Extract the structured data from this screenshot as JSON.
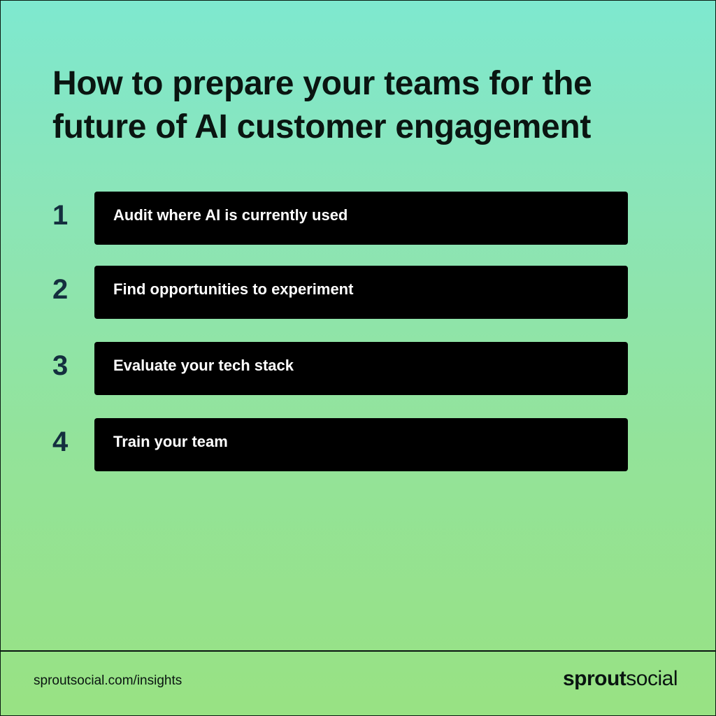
{
  "title": {
    "line1": "How to prepare your teams for the",
    "line2": "future of AI customer engagement"
  },
  "steps": [
    {
      "number": "1",
      "label": "Audit where AI is currently used"
    },
    {
      "number": "2",
      "label": "Find opportunities to experiment"
    },
    {
      "number": "3",
      "label": "Evaluate your tech stack"
    },
    {
      "number": "4",
      "label": "Train your team"
    }
  ],
  "footer": {
    "url": "sproutsocial.com/insights",
    "brand_part1": "sprout",
    "brand_part2": "social"
  },
  "colors": {
    "gradient_top": "#7ee8cf",
    "gradient_bottom": "#98e283",
    "step_box": "#000000",
    "step_number": "#142f3f",
    "text_dark": "#0a1511"
  }
}
